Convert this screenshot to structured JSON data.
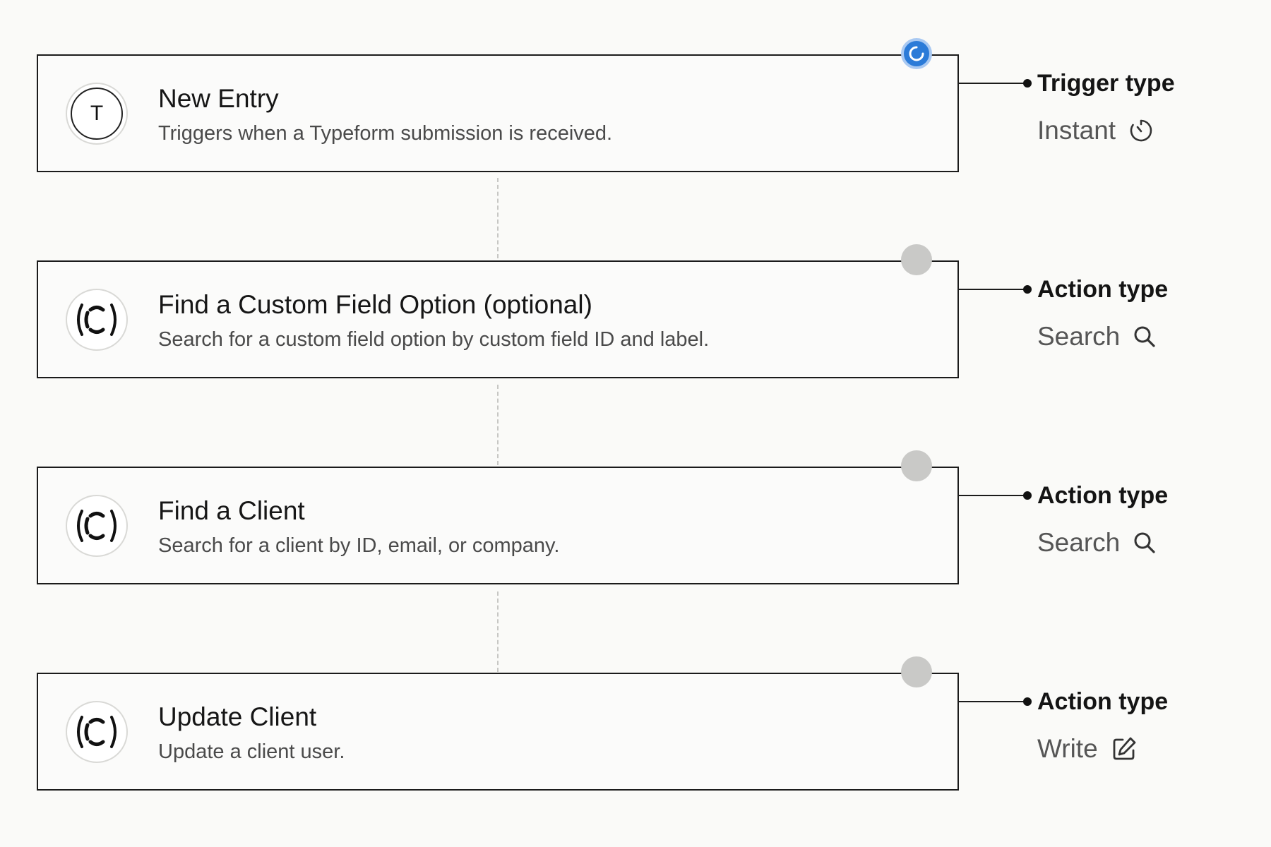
{
  "steps": [
    {
      "title": "New Entry",
      "description": "Triggers when a Typeform submission is received.",
      "app_icon": "typeform-icon",
      "app_icon_letter": "T",
      "status": "active",
      "type_label": "Trigger type",
      "type_value": "Instant",
      "type_icon": "instant-timer-icon"
    },
    {
      "title": "Find a Custom Field Option (optional)",
      "description": "Search for a custom field option by custom field ID and label.",
      "app_icon": "copilot-icon",
      "status": "pending",
      "type_label": "Action type",
      "type_value": "Search",
      "type_icon": "search-icon"
    },
    {
      "title": "Find a Client",
      "description": "Search for a client by ID, email, or company.",
      "app_icon": "copilot-icon",
      "status": "pending",
      "type_label": "Action type",
      "type_value": "Search",
      "type_icon": "search-icon"
    },
    {
      "title": "Update Client",
      "description": "Update a client user.",
      "app_icon": "copilot-icon",
      "status": "pending",
      "type_label": "Action type",
      "type_value": "Write",
      "type_icon": "edit-icon"
    }
  ],
  "colors": {
    "active_status": "#2b7bd8",
    "pending_status": "#c9c9c7",
    "border": "#1b1b1b"
  }
}
